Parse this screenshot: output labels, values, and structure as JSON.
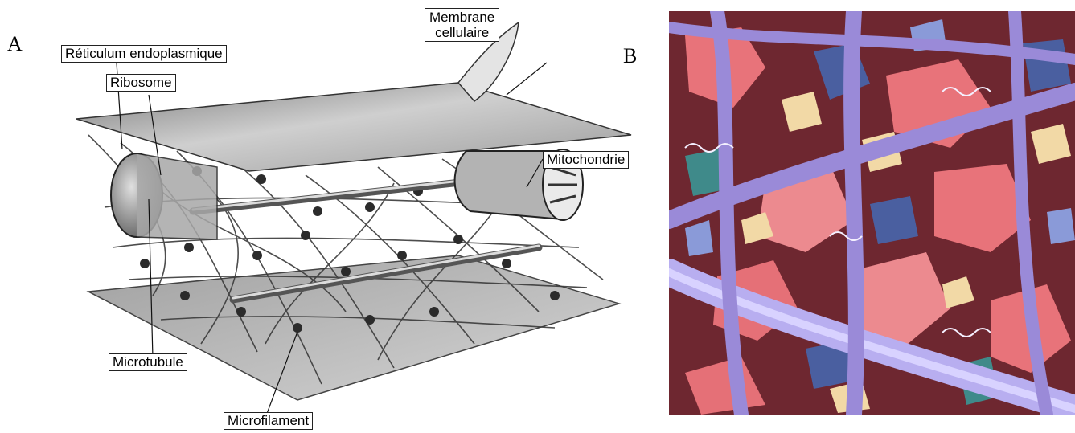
{
  "panels": {
    "a": {
      "letter": "A"
    },
    "b": {
      "letter": "B"
    }
  },
  "labels": {
    "reticulum": "Réticulum endoplasmique",
    "ribosome": "Ribosome",
    "membrane_line1": "Membrane",
    "membrane_line2": "cellulaire",
    "mitochondrie": "Mitochondrie",
    "microtubule": "Microtubule",
    "microfilament": "Microfilament"
  },
  "colors": {
    "ink": "#222222",
    "sheet": "#bdbdbd",
    "mesh": "#3a3a3a",
    "b_background": "#7a2a2a",
    "b_fiber": "#9a8ad8",
    "b_protein_red": "#e8737a",
    "b_protein_blue": "#4a5fa0",
    "b_protein_cream": "#f2d9a6"
  }
}
